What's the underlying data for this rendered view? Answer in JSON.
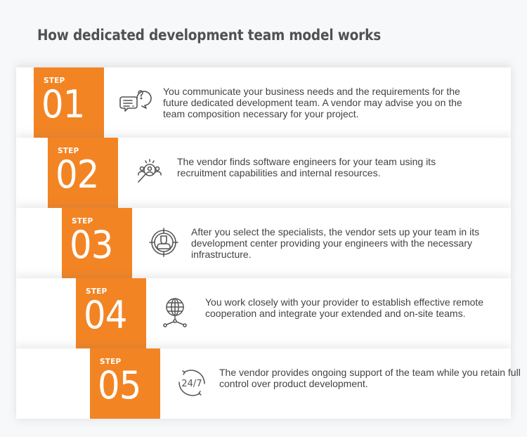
{
  "header": {
    "title": "How dedicated development team model works"
  },
  "colors": {
    "accent": "#f38423",
    "text": "#424344",
    "title": "#505152",
    "background": "#f7f8fa"
  },
  "steps": [
    {
      "label": "STEP",
      "number": "01",
      "icon": "chat-question-icon",
      "text": "You communicate your business needs and the requirements for the future dedicated development team. A vendor may advise you on the team composition necessary for your project."
    },
    {
      "label": "STEP",
      "number": "02",
      "icon": "talent-search-icon",
      "text": "The vendor finds software engineers for your team using its recruitment capabilities and internal resources."
    },
    {
      "label": "STEP",
      "number": "03",
      "icon": "target-person-icon",
      "text": "After you select the specialists, the vendor sets up your team in its development center providing your engineers with the necessary infrastructure."
    },
    {
      "label": "STEP",
      "number": "04",
      "icon": "globe-network-icon",
      "text": "You work closely with your provider to establish effective remote cooperation and integrate your extended and on-site teams."
    },
    {
      "label": "STEP",
      "number": "05",
      "icon": "support-24-7-icon",
      "text": "The vendor provides ongoing support of the team while you retain full control over product development."
    }
  ],
  "icon_glyph": {
    "support_text": "24/7"
  }
}
